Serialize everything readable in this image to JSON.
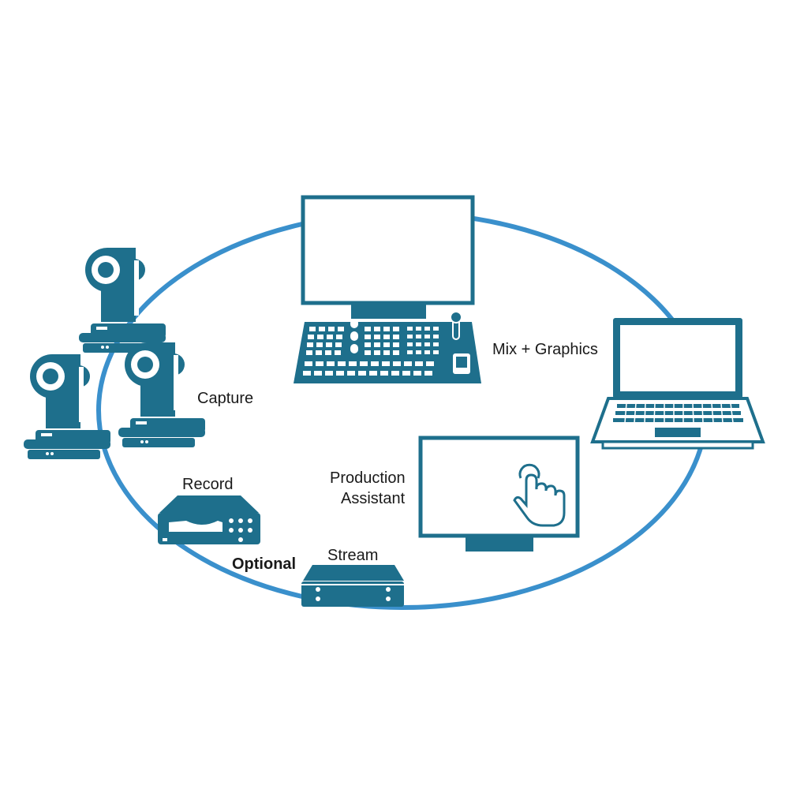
{
  "labels": {
    "capture": "Capture",
    "mix_graphics": "Mix + Graphics",
    "record": "Record",
    "optional": "Optional",
    "stream": "Stream",
    "production_line1": "Production",
    "production_line2": "Assistant"
  },
  "colors": {
    "ring": "#3a90cc",
    "device": "#1e6f8c",
    "text": "#1a1a1a"
  },
  "icons": [
    "ptz-camera-icon",
    "monitor-icon",
    "switcher-console-icon",
    "laptop-icon",
    "touch-display-icon",
    "hand-touch-icon",
    "recorder-icon",
    "streamer-icon"
  ]
}
